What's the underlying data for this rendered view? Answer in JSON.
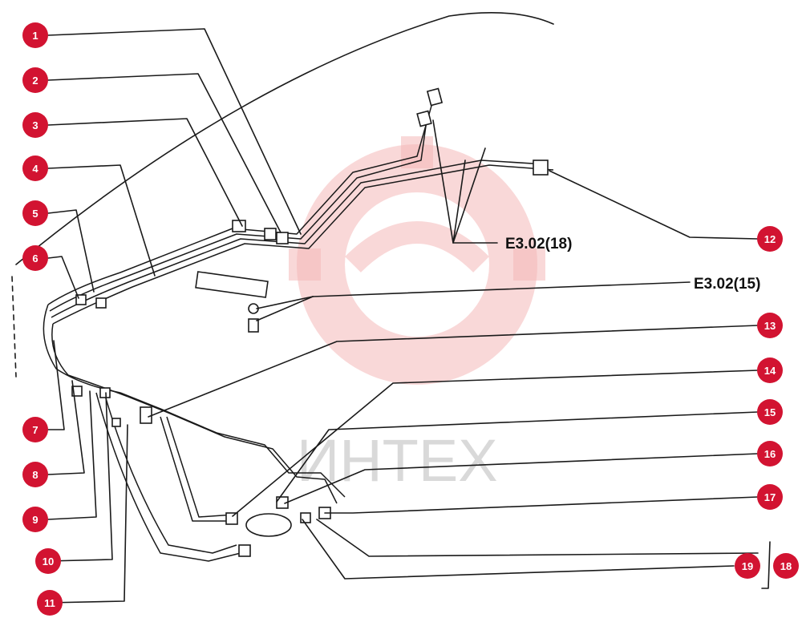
{
  "watermark": {
    "text": "ИНТЕХ"
  },
  "callouts": [
    "1",
    "2",
    "3",
    "4",
    "5",
    "6",
    "7",
    "8",
    "9",
    "10",
    "11",
    "12",
    "13",
    "14",
    "15",
    "16",
    "17",
    "18",
    "19"
  ],
  "references": {
    "ref_upper": "E3.02(18)",
    "ref_lower": "E3.02(15)"
  },
  "colors": {
    "badge": "#d21331",
    "line": "#1a1a1a",
    "watermark": "#f4b8b8"
  }
}
